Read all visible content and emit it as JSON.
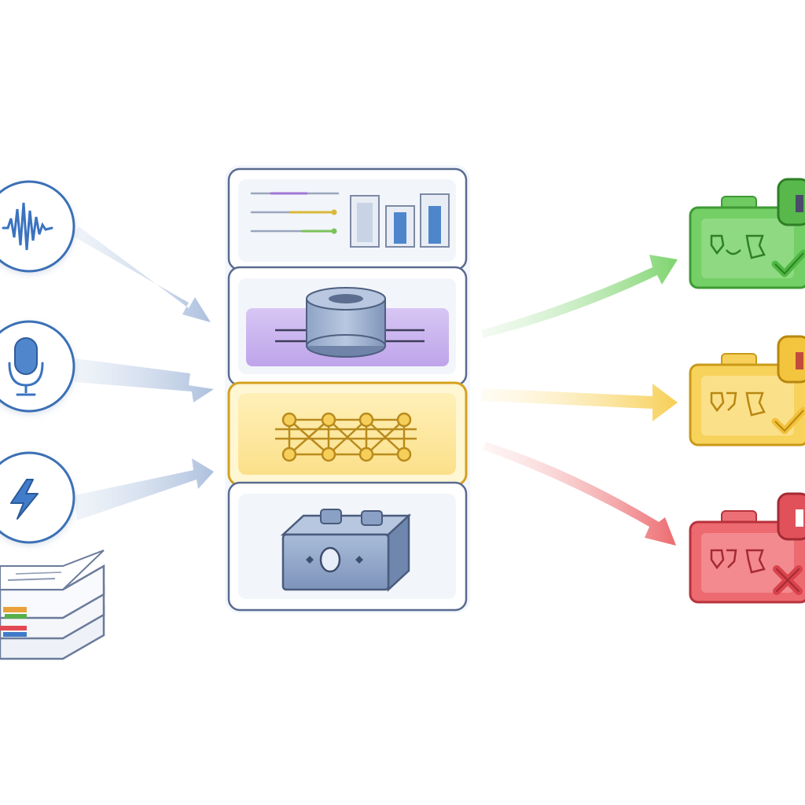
{
  "diagram": {
    "inputs": [
      {
        "id": "audio-waveform",
        "icon": "waveform-icon"
      },
      {
        "id": "microphone",
        "icon": "microphone-icon"
      },
      {
        "id": "power",
        "icon": "lightning-bolt-icon"
      },
      {
        "id": "document-stack",
        "icon": "document-stack-icon"
      }
    ],
    "pipeline_stages": [
      {
        "id": "metrics-panel",
        "icon": "bar-chart-icon"
      },
      {
        "id": "processing-unit",
        "icon": "cylinder-icon",
        "highlight": "#c9b3ee"
      },
      {
        "id": "neural-network",
        "icon": "network-nodes-icon",
        "highlight": "#fbe08a"
      },
      {
        "id": "hardware-module",
        "icon": "device-box-icon"
      }
    ],
    "outputs": [
      {
        "id": "pass",
        "status_icon": "checkmark-icon",
        "color": "#5cbf52"
      },
      {
        "id": "warning",
        "status_icon": "checkmark-icon",
        "color": "#f2c94a"
      },
      {
        "id": "fail",
        "status_icon": "cross-icon",
        "color": "#e3525c"
      }
    ],
    "colors": {
      "input_arrow": "#b9c9e2",
      "icon_blue": "#3a73c0",
      "frame_border": "#5a6b8f",
      "green": "#5cbf52",
      "yellow": "#f2c94a",
      "red": "#e3525c"
    }
  }
}
